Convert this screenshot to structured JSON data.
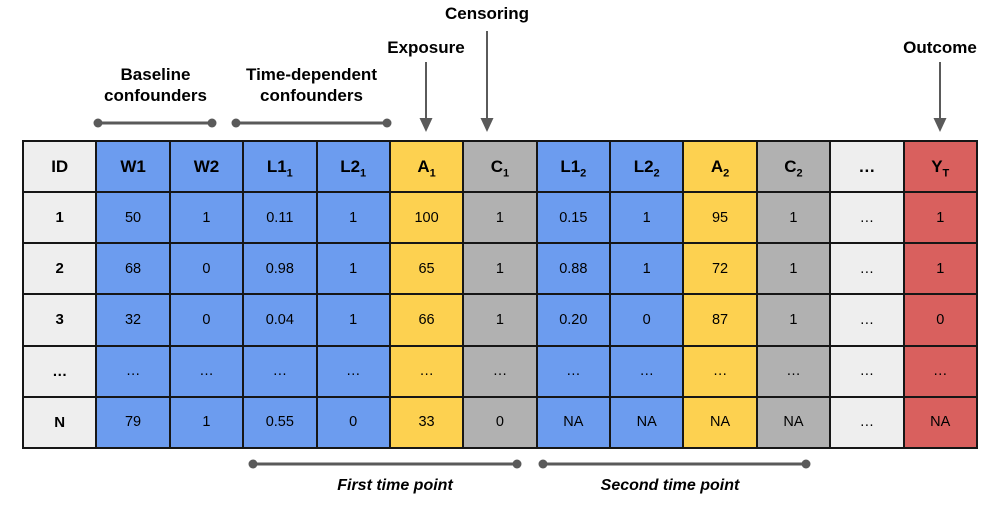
{
  "palette": {
    "blue": "#6c9cef",
    "yellow": "#fdd150",
    "gray": "#b1b1b1",
    "lightgray": "#eeeeee",
    "red": "#d9605e",
    "line_gray": "#5a5a5a",
    "border": "#161616"
  },
  "annotations": {
    "baseline_confounders": "Baseline\nconfounders",
    "time_dependent_confounders": "Time-dependent\nconfounders",
    "exposure": "Exposure",
    "censoring": "Censoring",
    "outcome": "Outcome",
    "first_time_point": "First time point",
    "second_time_point": "Second time point"
  },
  "table": {
    "columns": [
      {
        "key": "id",
        "base": "ID",
        "sub": "",
        "color": "lightgray"
      },
      {
        "key": "w1",
        "base": "W1",
        "sub": "",
        "color": "blue"
      },
      {
        "key": "w2",
        "base": "W2",
        "sub": "",
        "color": "blue"
      },
      {
        "key": "l1-1",
        "base": "L1",
        "sub": "1",
        "color": "blue"
      },
      {
        "key": "l2-1",
        "base": "L2",
        "sub": "1",
        "color": "blue"
      },
      {
        "key": "a-1",
        "base": "A",
        "sub": "1",
        "color": "yellow"
      },
      {
        "key": "c-1",
        "base": "C",
        "sub": "1",
        "color": "gray"
      },
      {
        "key": "l1-2",
        "base": "L1",
        "sub": "2",
        "color": "blue"
      },
      {
        "key": "l2-2",
        "base": "L2",
        "sub": "2",
        "color": "blue"
      },
      {
        "key": "a-2",
        "base": "A",
        "sub": "2",
        "color": "yellow"
      },
      {
        "key": "c-2",
        "base": "C",
        "sub": "2",
        "color": "gray"
      },
      {
        "key": "ellipsis",
        "base": "…",
        "sub": "",
        "color": "lightgray"
      },
      {
        "key": "y-t",
        "base": "Y",
        "sub": "T",
        "color": "red"
      }
    ],
    "rows": [
      {
        "label": "1",
        "cells": [
          "1",
          "50",
          "1",
          "0.11",
          "1",
          "100",
          "1",
          "0.15",
          "1",
          "95",
          "1",
          "…",
          "1"
        ]
      },
      {
        "label": "2",
        "cells": [
          "2",
          "68",
          "0",
          "0.98",
          "1",
          "65",
          "1",
          "0.88",
          "1",
          "72",
          "1",
          "…",
          "1"
        ]
      },
      {
        "label": "3",
        "cells": [
          "3",
          "32",
          "0",
          "0.04",
          "1",
          "66",
          "1",
          "0.20",
          "0",
          "87",
          "1",
          "…",
          "0"
        ]
      },
      {
        "label": "…",
        "cells": [
          "…",
          "…",
          "…",
          "…",
          "…",
          "…",
          "…",
          "…",
          "…",
          "…",
          "…",
          "…",
          "…"
        ]
      },
      {
        "label": "N",
        "cells": [
          "N",
          "79",
          "1",
          "0.55",
          "0",
          "33",
          "0",
          "NA",
          "NA",
          "NA",
          "NA",
          "…",
          "NA"
        ]
      }
    ]
  }
}
